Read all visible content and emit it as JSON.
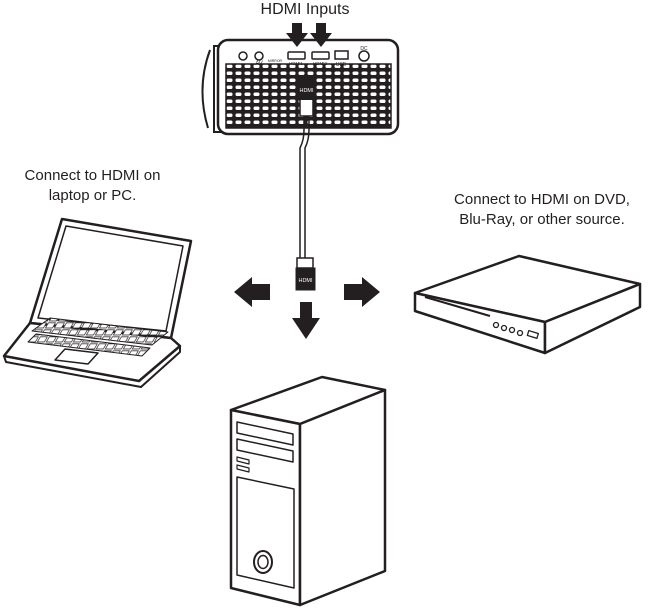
{
  "labels": {
    "hdmi_inputs": "HDMI Inputs",
    "laptop_line1": "Connect to HDMI on",
    "laptop_line2": "laptop or PC.",
    "source_line1": "Connect to HDMI on DVD,",
    "source_line2": "Blu-Ray, or other source."
  },
  "projector_ports": {
    "av": "AV",
    "hdmi1": "HDMI1",
    "hdmi2": "HDMI2",
    "usb": "USB",
    "dc": "DC",
    "mirror": "MIRROR"
  },
  "connector_text": "HDMI",
  "colors": {
    "line": "#231f20",
    "fill": "#ffffff"
  }
}
